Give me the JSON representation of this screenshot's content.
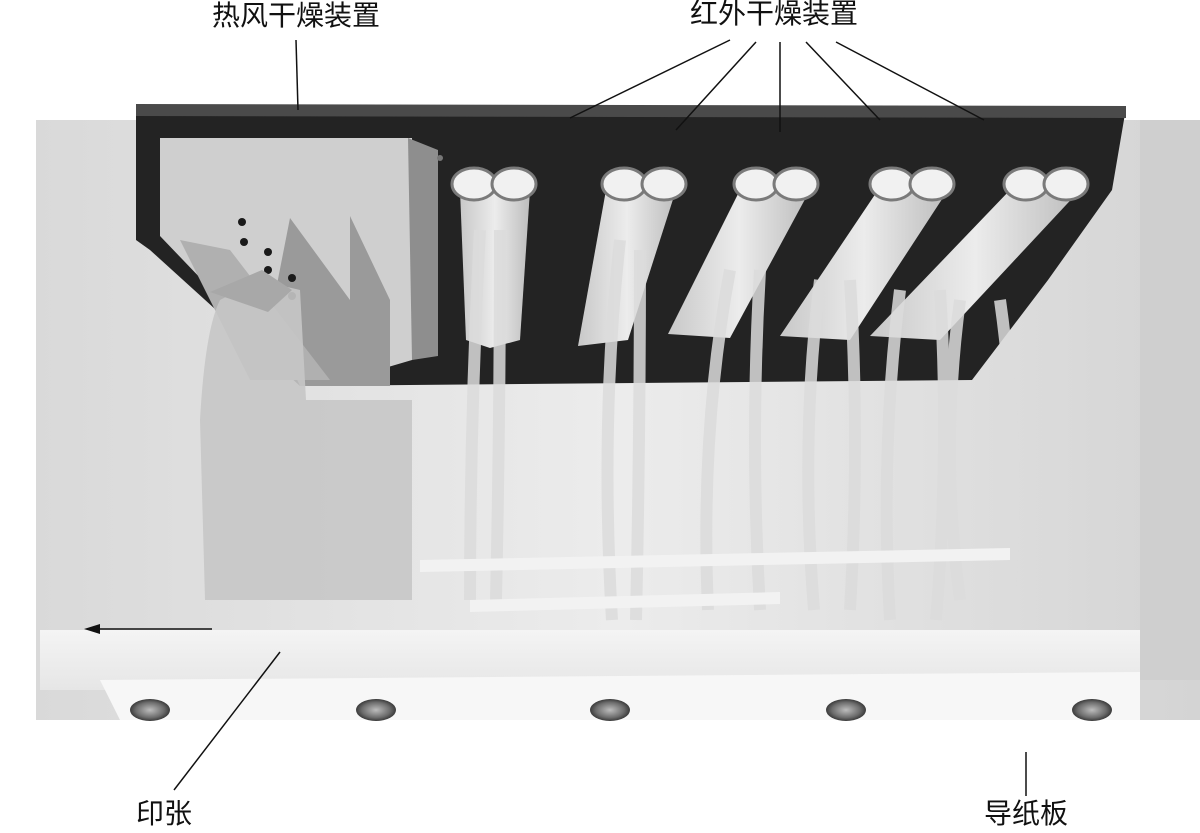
{
  "labels": {
    "hot_air_dryer": "热风干燥装置",
    "infrared_dryer": "红外干燥装置",
    "printed_sheet": "印张",
    "guide_plate": "导纸板"
  },
  "colors": {
    "housing": "#232323",
    "tube": "#e2e2e2",
    "background": "#ffffff",
    "leader_line": "#111111"
  },
  "icons": {
    "infrared_lamps": "twin-tube-lamp",
    "nozzles": "air-nozzle-hole",
    "sheet_direction": "arrow-left"
  }
}
